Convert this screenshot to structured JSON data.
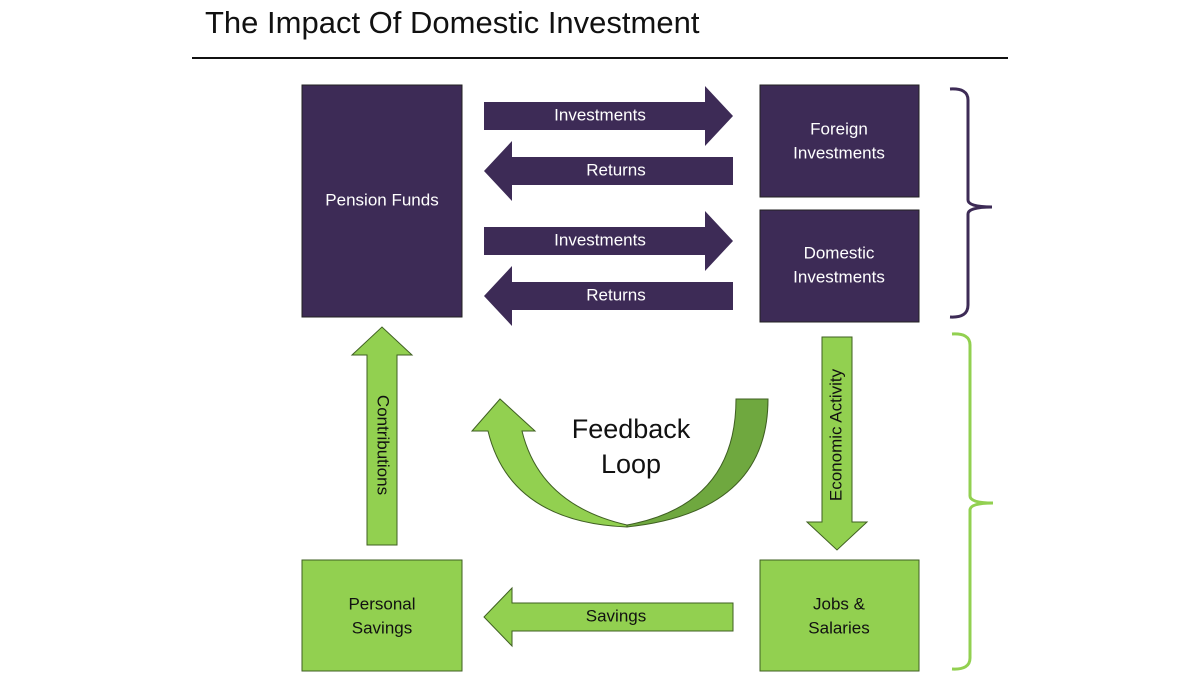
{
  "title": "The Impact Of Domestic Investment",
  "colors": {
    "purple": "#3d2b56",
    "green": "#92d050",
    "green_dark": "#6fa83f"
  },
  "boxes": {
    "pension_funds": "Pension Funds",
    "foreign_1": "Foreign",
    "foreign_2": "Investments",
    "domestic_1": "Domestic",
    "domestic_2": "Investments",
    "personal_1": "Personal",
    "personal_2": "Savings",
    "jobs_1": "Jobs &",
    "jobs_2": "Salaries"
  },
  "arrows": {
    "investments_foreign": "Investments",
    "returns_foreign": "Returns",
    "investments_domestic": "Investments",
    "returns_domestic": "Returns",
    "contributions": "Contributions",
    "economic_activity": "Economic Activity",
    "savings": "Savings"
  },
  "feedback": {
    "line1": "Feedback",
    "line2": "Loop"
  }
}
